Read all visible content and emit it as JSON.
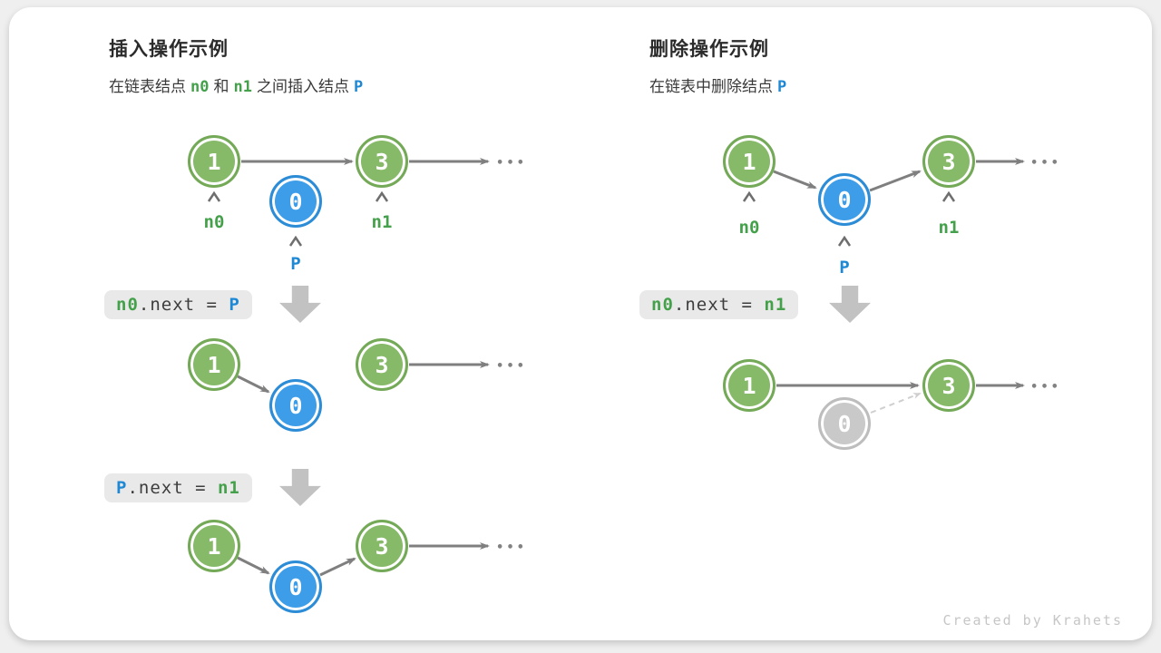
{
  "colors": {
    "green_fill": "#86B968",
    "green_border": "#74A958",
    "blue_fill": "#3E9DE8",
    "blue_border": "#2D8CD6",
    "gray_fill": "#C9C9C9",
    "gray_border": "#BDBDBD",
    "arrow_gray": "#7F7F7F",
    "dashed_gray": "#CFCFCF",
    "green_text": "#44A04A",
    "blue_text": "#1E88D4",
    "code_bg": "#E9E9E9",
    "block_arrow": "#C2C2C2"
  },
  "insert_panel": {
    "title": "插入操作示例",
    "subtitle": {
      "part1": "在链表结点",
      "n0": "n0",
      "part2": "和",
      "n1": "n1",
      "part3": "之间插入结点",
      "p": "P"
    },
    "step1": {
      "node1": "1",
      "node0": "0",
      "node3": "3",
      "label_n0": "n0",
      "label_p": "P",
      "label_n1": "n1",
      "dots": "•••"
    },
    "code1": {
      "lhs": "n0",
      "mid": ".next = ",
      "rhs": "P"
    },
    "step2": {
      "node1": "1",
      "node0": "0",
      "node3": "3",
      "dots": "•••"
    },
    "code2": {
      "lhs": "P",
      "mid": ".next = ",
      "rhs": "n1"
    },
    "step3": {
      "node1": "1",
      "node0": "0",
      "node3": "3",
      "dots": "•••"
    }
  },
  "delete_panel": {
    "title": "删除操作示例",
    "subtitle": {
      "part1": "在链表中删除结点",
      "p": "P"
    },
    "step1": {
      "node1": "1",
      "node0": "0",
      "node3": "3",
      "label_n0": "n0",
      "label_p": "P",
      "label_n1": "n1",
      "dots": "•••"
    },
    "code1": {
      "lhs": "n0",
      "mid": ".next = ",
      "rhs": "n1"
    },
    "step2": {
      "node1": "1",
      "node0": "0",
      "node3": "3",
      "dots": "•••"
    }
  },
  "watermark": "Created by Krahets"
}
